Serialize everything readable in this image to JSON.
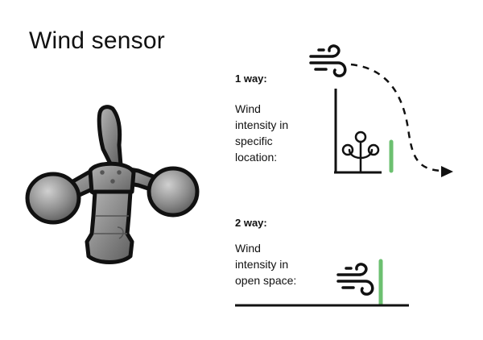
{
  "title": "Wind sensor",
  "way1": {
    "heading": "1 way:",
    "lines": [
      "Wind",
      "intensity in",
      "specific",
      "location:"
    ]
  },
  "way2": {
    "heading": "2 way:",
    "lines": [
      "Wind",
      "intensity in",
      "open space:"
    ]
  },
  "colors": {
    "text": "#111111",
    "accent_green": "#6cc070",
    "sensor_gray": "#8f8f8f",
    "sensor_outline": "#111111"
  },
  "icons": [
    "wind-icon",
    "tree-icon",
    "anemometer-illustration",
    "dashed-arrow-icon"
  ]
}
